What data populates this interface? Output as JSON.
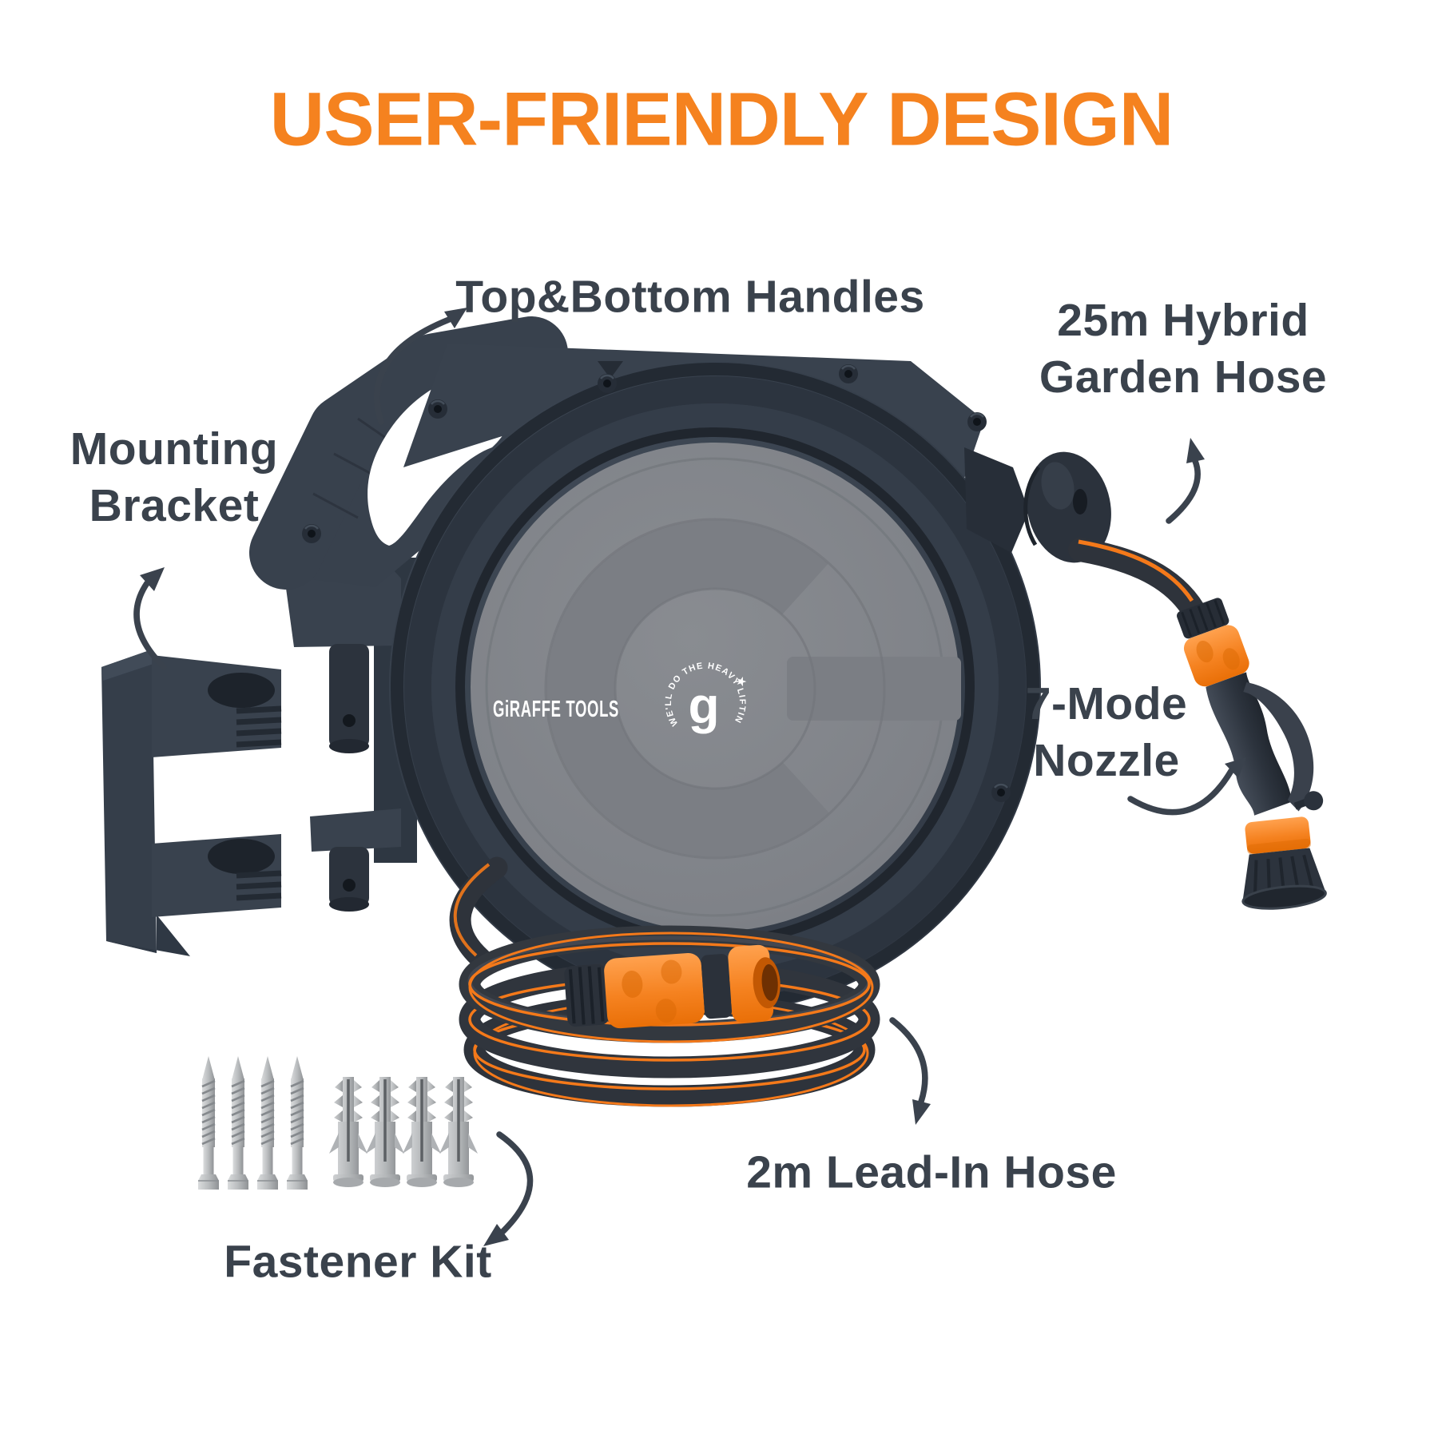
{
  "title": {
    "text": "USER-FRIENDLY DESIGN",
    "color": "#F5821F"
  },
  "callouts": {
    "handles": {
      "label": "Top&Bottom Handles"
    },
    "garden_hose": {
      "line1": "25m Hybrid",
      "line2": "Garden Hose"
    },
    "mounting_bracket": {
      "line1": "Mounting",
      "line2": "Bracket"
    },
    "nozzle": {
      "line1": "7-Mode",
      "line2": "Nozzle"
    },
    "lead_in_hose": {
      "label": "2m Lead-In Hose"
    },
    "fastener_kit": {
      "label": "Fastener Kit"
    }
  },
  "product": {
    "brand": "GiRAFFE TOOLS",
    "logo_letter": "g",
    "logo_tagline": "WE'LL DO THE HEAVY LIFTING",
    "logo_star": "★"
  },
  "colors": {
    "accent_orange": "#F5821F",
    "label_text": "#3A424C",
    "casing_navy": "#343D49",
    "disc_gray": "#82858B",
    "hose_dark": "#2E333B",
    "fitting_orange": "#F58220",
    "fastener_silver": "#C2C4C6",
    "background": "#FFFFFF"
  }
}
